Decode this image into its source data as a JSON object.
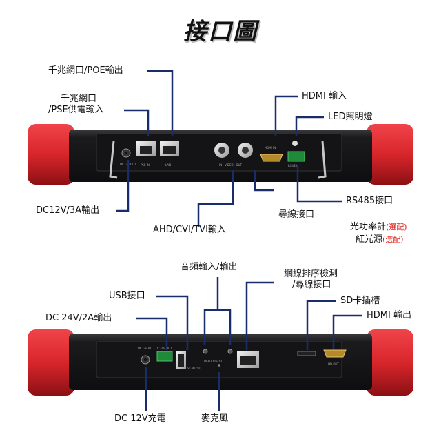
{
  "title": "接口圖",
  "top_panel": {
    "labels": {
      "poe": "千兆網口/POE輸出",
      "pse_line1": "千兆網口",
      "pse_line2": "/PSE供電輸入",
      "hdmi_in": "HDMI 輸入",
      "led": "LED照明燈",
      "rs485": "RS485接口",
      "dc12v": "DC12V/3A輸出",
      "cable_find": "尋線接口",
      "ahd_input": "AHD/CVI/TVI輸入",
      "optical_power": "光功率計",
      "red_light": "紅光源",
      "optional": "(選配)"
    },
    "device_text": {
      "pse_in": "PSE IN",
      "lan": "LAN",
      "video_out": "IN · VIDEO · OUT",
      "hdmi_in_small": "HDMI IN",
      "rs485_small": "RS485",
      "dc_small": "DC12V OUT"
    }
  },
  "bottom_panel": {
    "labels": {
      "audio": "音頻輸入/輸出",
      "network_test_line1": "網線排序檢測",
      "network_test_line2": "/尋線接口",
      "usb": "USB接口",
      "sd": "SD卡插槽",
      "dc24v": "DC 24V/2A輸出",
      "hdmi_out": "HDMI 輸出",
      "dc12v_charge": "DC 12V充電",
      "mic": "麥克風"
    },
    "device_text": {
      "dc12v_in": "DC12V IN",
      "dc24v_out": "DC24V OUT",
      "audio_small": "IN-AUDIO-OUT",
      "scan_small": "SCAN OUT",
      "hd_out": "HD OUT"
    }
  },
  "colors": {
    "accent_red": "#e0201c",
    "handle_red": "#d8262b",
    "device_body": "#1b1b1d",
    "leader_line": "#1a2d6b"
  }
}
